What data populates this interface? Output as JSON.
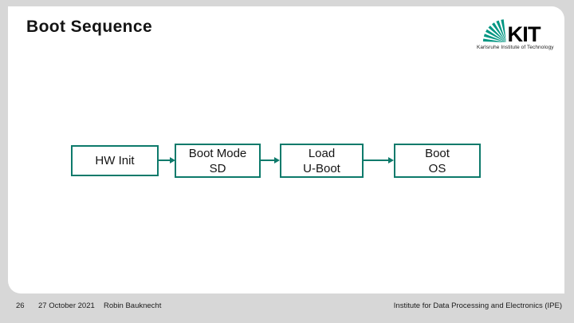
{
  "slide": {
    "title": "Boot Sequence",
    "logo": {
      "acronym": "KIT",
      "subtitle": "Karlsruhe Institute of Technology",
      "brand_green": "#009682"
    },
    "diagram": {
      "type": "flow",
      "direction": "left-to-right",
      "accent_color": "#0d7a6b",
      "nodes": [
        {
          "id": "hw-init",
          "line1": "HW Init",
          "line2": ""
        },
        {
          "id": "boot-mode-sd",
          "line1": "Boot Mode",
          "line2": "SD"
        },
        {
          "id": "load-u-boot",
          "line1": "Load",
          "line2": "U-Boot"
        },
        {
          "id": "boot-os",
          "line1": "Boot",
          "line2": "OS"
        }
      ],
      "edges": [
        [
          "hw-init",
          "boot-mode-sd"
        ],
        [
          "boot-mode-sd",
          "load-u-boot"
        ],
        [
          "load-u-boot",
          "boot-os"
        ]
      ]
    }
  },
  "footer": {
    "page_number": "26",
    "date": "27 October 2021",
    "author": "Robin Bauknecht",
    "institute": "Institute for Data Processing and Electronics (IPE)"
  },
  "colors": {
    "canvas_background": "#d7d7d7",
    "slide_background": "#ffffff",
    "diagram_accent": "#0d7a6b",
    "kit_green": "#009682"
  }
}
